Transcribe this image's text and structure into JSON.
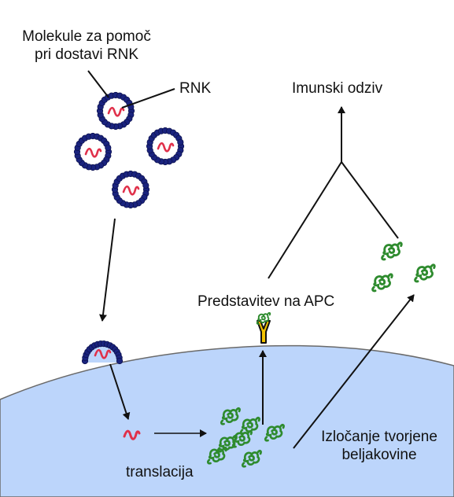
{
  "labels": {
    "carrier_line1": "Molekule za pomoč",
    "carrier_line2": "pri dostavi RNK",
    "rna": "RNK",
    "immune": "Imunski odziv",
    "apc": "Predstavitev na APC",
    "secretion_line1": "Izločanje tvorjene",
    "secretion_line2": "beljakovine",
    "translation": "translacija"
  },
  "colors": {
    "cell": "#bcd5fb",
    "cell_membrane": "#5a5a5a",
    "lipid_bead": "#1a237e",
    "rna_strand": "#e0304a",
    "protein": "#2e8b2e",
    "receptor": "#f2c200",
    "arrow": "#111111"
  },
  "icons": {
    "nanoparticle": "lipid-nanoparticle-icon",
    "rna": "rna-strand-icon",
    "protein": "protein-cluster-icon",
    "receptor": "apc-receptor-icon"
  }
}
